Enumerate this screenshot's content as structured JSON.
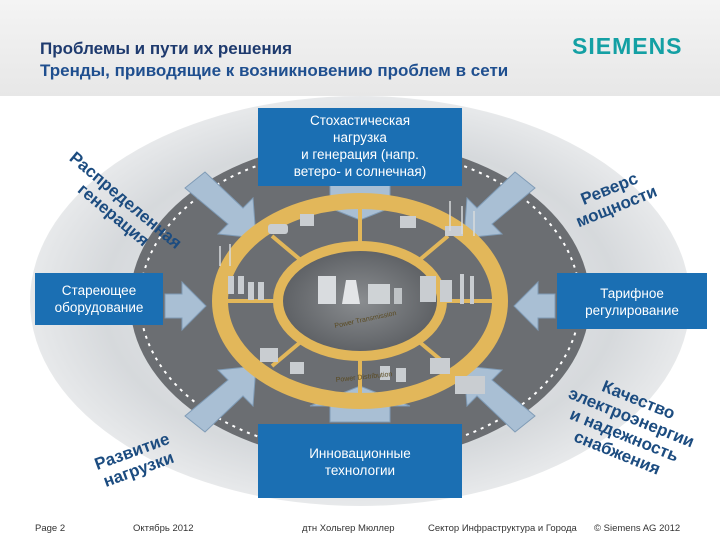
{
  "header": {
    "title": "Проблемы и пути их решения",
    "subtitle": "Тренды, приводящие к возникновению проблем в сети",
    "logo": "SIEMENS"
  },
  "boxes": {
    "top": [
      "Стохастическая",
      "нагрузка",
      "и генерация (напр.",
      "ветеро- и солнечная)"
    ],
    "left": [
      "Стареющее",
      "оборудование"
    ],
    "right": [
      "Тарифное",
      "регулирование"
    ],
    "bottom": [
      "Инновационные",
      "технологии"
    ]
  },
  "corners": {
    "top_left": [
      "Распределенная",
      "генерация"
    ],
    "top_right": [
      "Реверс",
      "мощности"
    ],
    "bottom_left": [
      "Развитие",
      "нагрузки"
    ],
    "bottom_right": [
      "Качество",
      "электроэнергии",
      "и надежность",
      "снабжения"
    ]
  },
  "ring_labels": {
    "inner": "Power Transmission",
    "outer": "Power Distribution"
  },
  "footer": {
    "page": "Page 2",
    "date": "Октябрь 2012",
    "author": "дтн Хольгер Мюллер",
    "sector": "Сектор Инфраструктура и Города",
    "copyright": "© Siemens AG 2012"
  },
  "colors": {
    "title": "#1e3a6e",
    "logo": "#14a0a4",
    "box": "#1b6fb3",
    "ring": "#e2b75a",
    "arrow": "#9fb6ce"
  }
}
